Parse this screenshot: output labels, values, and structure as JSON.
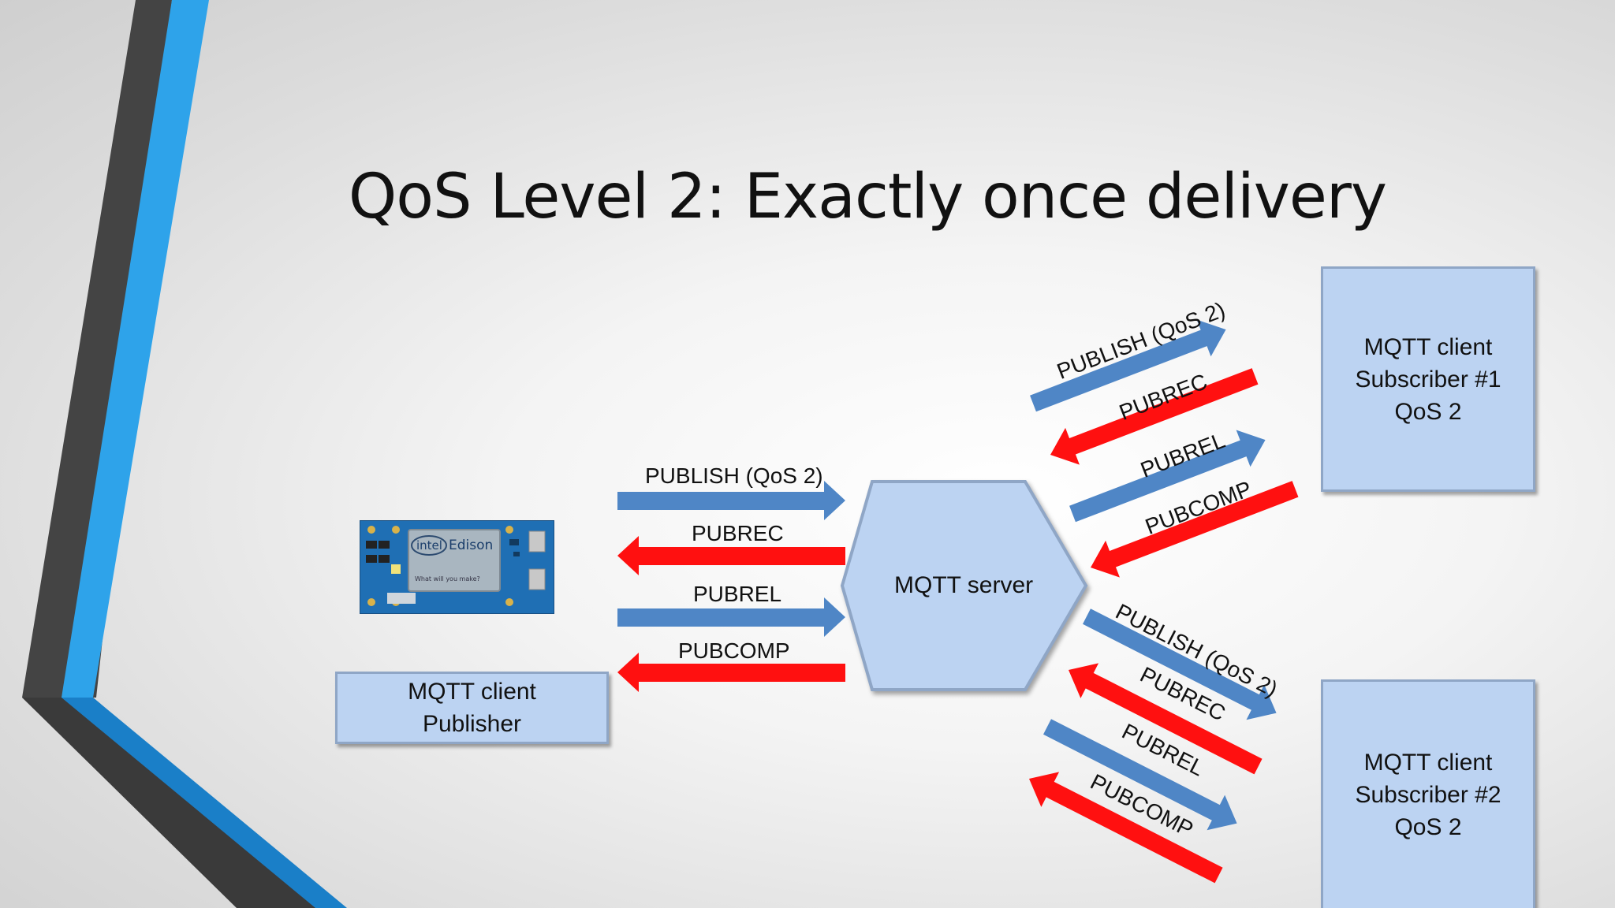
{
  "title": "QoS Level 2: Exactly once delivery",
  "publisher": {
    "line1": "MQTT client",
    "line2": "Publisher"
  },
  "server": {
    "label": "MQTT server"
  },
  "subscriber1": {
    "line1": "MQTT client",
    "line2": "Subscriber #1",
    "line3": "QoS 2"
  },
  "subscriber2": {
    "line1": "MQTT client",
    "line2": "Subscriber #2",
    "line3": "QoS 2"
  },
  "board": {
    "brand": "intel",
    "model": "Edison",
    "tagline": "What will you make?"
  },
  "messages": {
    "publish": "PUBLISH (QoS 2)",
    "pubrec": "PUBREC",
    "pubrel": "PUBREL",
    "pubcomp": "PUBCOMP"
  },
  "colors": {
    "blue_arrow": "#4f86c6",
    "red_arrow": "#ff1010",
    "box_fill": "#bcd3f2",
    "stripe_blue": "#2ea0e6",
    "stripe_dark": "#404040"
  }
}
